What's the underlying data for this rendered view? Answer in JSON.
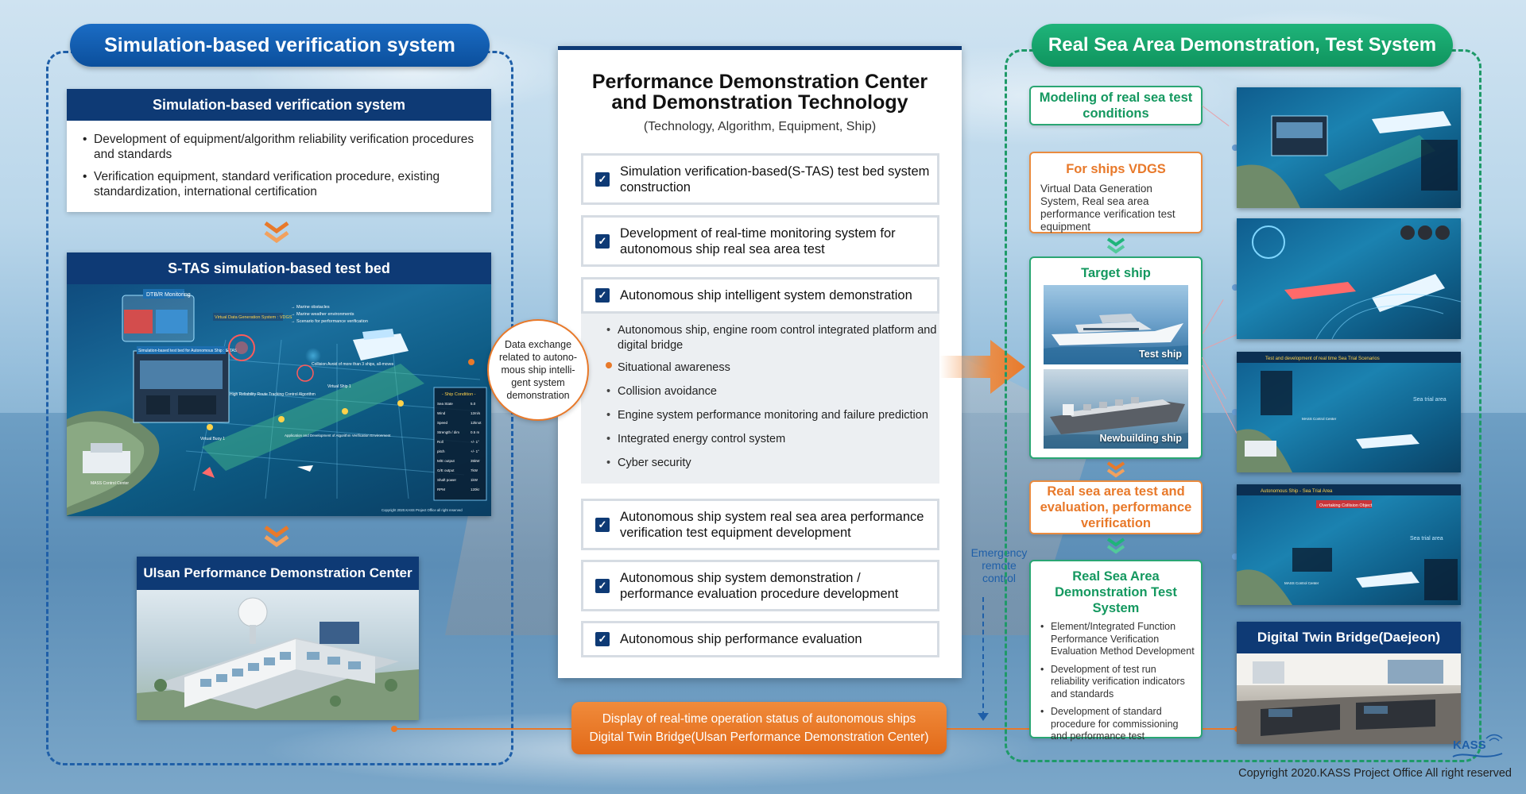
{
  "left": {
    "title": "Simulation-based verification system",
    "sim_card": {
      "heading": "Simulation-based verification system",
      "bullets": [
        "Development of equipment/algorithm reliability verification procedures and standards",
        "Verification equipment, standard verification procedure, existing standardization, international certification"
      ]
    },
    "stas_card": {
      "heading": "S-TAS simulation-based test bed",
      "labels": {
        "dtbr": "DTB/R Monitoring",
        "vdgs": "Virtual Data Generation System : VDGS",
        "marine1": "→ Marine obstacles",
        "marine2": "→ Marine weather environments",
        "marine3": "→ Scenario for performance verification",
        "sim_testbed": "Simulation-based test bed for Autonomous Ship : S-TAS",
        "collision": "Collision Avoid of more than 3 ships, all-moves",
        "route": "High Reliability Route Tracking Control Algorithm",
        "virtual_ship": "Virtual Ship 1",
        "virtual_buoy": "Virtual Buoy 1",
        "application": "Application and Development of Algorithm Verification Environment",
        "mass": "MASS Control Center",
        "copyright": "Copyright 2020.KASS Project Office all right reserved"
      },
      "ship_condition": {
        "title": "- Ship Condition -",
        "rows": [
          [
            "Sea State",
            "5.0"
          ],
          [
            "Wind",
            "12m/s"
          ],
          [
            "Speed",
            "12knot"
          ],
          [
            "Strength / dim",
            "0.5 m"
          ],
          [
            "Roll",
            "+/- 1°"
          ],
          [
            "pitch",
            "+/- 1°"
          ],
          [
            "M/E output",
            "35kW"
          ],
          [
            "G/E output",
            "7kW"
          ],
          [
            "Shaft power",
            "1kW"
          ],
          [
            "RPM",
            "120kr"
          ]
        ]
      }
    },
    "ulsan_card": {
      "heading": "Ulsan Performance Demonstration Center"
    }
  },
  "center": {
    "title_line1": "Performance Demonstration Center",
    "title_line2": "and Demonstration Technology",
    "subtitle": "(Technology, Algorithm, Equipment, Ship)",
    "items": [
      "Simulation verification-based(S-TAS) test bed system construction",
      "Development of real-time monitoring system for autonomous ship real sea area test",
      "Autonomous ship intelligent system demonstration",
      "Autonomous ship system real sea area performance verification test equipment development",
      "Autonomous ship system demonstration / performance evaluation procedure development",
      "Autonomous ship performance evaluation"
    ],
    "sub_items": [
      "Autonomous ship, engine room control integrated platform and digital bridge",
      "Situational awareness",
      "Collision avoidance",
      "Engine system performance monitoring and failure prediction",
      "Integrated energy control system",
      "Cyber security"
    ],
    "check_mark": "✓"
  },
  "exchange_circle": "Data exchange related to autono-mous ship intelli-gent system demonstration",
  "bottom_bar": {
    "line1": "Display of real-time operation status of autonomous ships",
    "line2": "Digital Twin Bridge(Ulsan Performance Demonstration Center)"
  },
  "emergency": {
    "line1": "Emergency",
    "line2": "remote",
    "line3": "control"
  },
  "right": {
    "title": "Real Sea Area Demonstration, Test System",
    "modeling": "Modeling of real sea test conditions",
    "vdgs": {
      "heading": "For ships VDGS",
      "desc": "Virtual Data Generation System, Real sea area performance verification test equipment"
    },
    "target": {
      "heading": "Target ship",
      "test_ship": "Test ship",
      "newbuilding_ship": "Newbuilding ship"
    },
    "realsea_eval": "Real sea area test and evaluation, performance verification",
    "demo_system": {
      "heading_line1": "Real Sea Area",
      "heading_line2": "Demonstration Test System",
      "bullets": [
        "Element/Integrated Function Performance Verification Evaluation Method Development",
        "Development of test run reliability verification indicators and standards",
        "Development of standard procedure for commissioning and performance test"
      ]
    },
    "thumbs": {
      "t3_title": "Test and development of real time Sea Trial Scenarios",
      "t3_area": "Sea trial area",
      "t4_title": "Autonomous Ship - Sea Trial Area",
      "t4_area": "Sea trial area",
      "t4_avoid": "Overtaking Collision Object",
      "mass": "MASS Control Center"
    },
    "twin": {
      "heading": "Digital Twin Bridge(Daejeon)"
    }
  },
  "logo": "KASS",
  "copyright": "Copyright 2020.KASS Project Office All right reserved",
  "colors": {
    "navy": "#0e3a75",
    "blue_pill": "#1b6cc4",
    "green_pill": "#1fb47a",
    "orange": "#e8792a"
  }
}
